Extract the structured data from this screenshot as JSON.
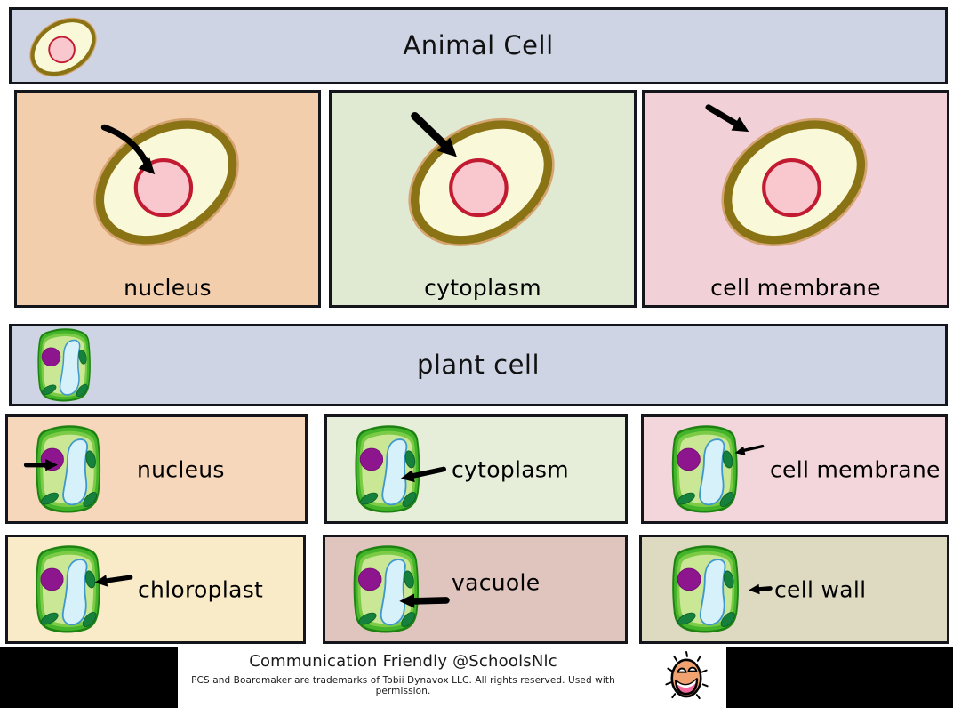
{
  "animal_section": {
    "title": "Animal Cell",
    "header_bg": "#ced4e3",
    "cards": [
      {
        "label": "nucleus",
        "bg": "#f3cead",
        "arrow_target": "nucleus"
      },
      {
        "label": "cytoplasm",
        "bg": "#e0e9d2",
        "arrow_target": "cytoplasm"
      },
      {
        "label": "cell membrane",
        "bg": "#f1d1d7",
        "arrow_target": "cell membrane"
      }
    ]
  },
  "plant_section": {
    "title": "plant cell",
    "header_bg": "#ced4e3",
    "cards": [
      {
        "label": "nucleus",
        "bg": "#f6d7bb",
        "arrow_target": "nucleus"
      },
      {
        "label": "cytoplasm",
        "bg": "#e6eed9",
        "arrow_target": "cytoplasm"
      },
      {
        "label": "cell membrane",
        "bg": "#f3d6db",
        "arrow_target": "cell membrane"
      },
      {
        "label": "chloroplast",
        "bg": "#f9eac8",
        "arrow_target": "chloroplast"
      },
      {
        "label": "vacuole",
        "bg": "#e0c5bf",
        "arrow_target": "vacuole"
      },
      {
        "label": "cell wall",
        "bg": "#ded9c1",
        "arrow_target": "cell wall"
      }
    ]
  },
  "footer": {
    "bar_bg": "#000000",
    "panel_bg": "#ffffff",
    "line1": "Communication Friendly @SchoolsNlc",
    "line2": "PCS and Boardmaker are trademarks of Tobii Dynavox LLC.  All rights reserved.  Used with permission.",
    "logo_icon": "laughing-face-icon"
  },
  "icons": {
    "animal_header_icon": "animal-cell-icon",
    "plant_header_icon": "plant-cell-icon",
    "pointer_icon": "black-arrow-icon"
  },
  "cell_colors": {
    "animal_membrane_ring": "#8a7315",
    "animal_membrane_halo": "#d5a471",
    "animal_cytoplasm": "#f9f9da",
    "animal_nucleus_fill": "#f9c8cf",
    "animal_nucleus_stroke": "#c21b31",
    "plant_wall_outer": "#1e8212",
    "plant_wall_bright": "#44b52a",
    "plant_wall_light": "#7ccb47",
    "plant_cytoplasm": "#c9e795",
    "plant_vacuole_fill": "#d7f1fb",
    "plant_vacuole_stroke": "#3e98cc",
    "plant_nucleus": "#8d158d",
    "plant_chloroplast": "#15813c",
    "arrow": "#000000"
  }
}
